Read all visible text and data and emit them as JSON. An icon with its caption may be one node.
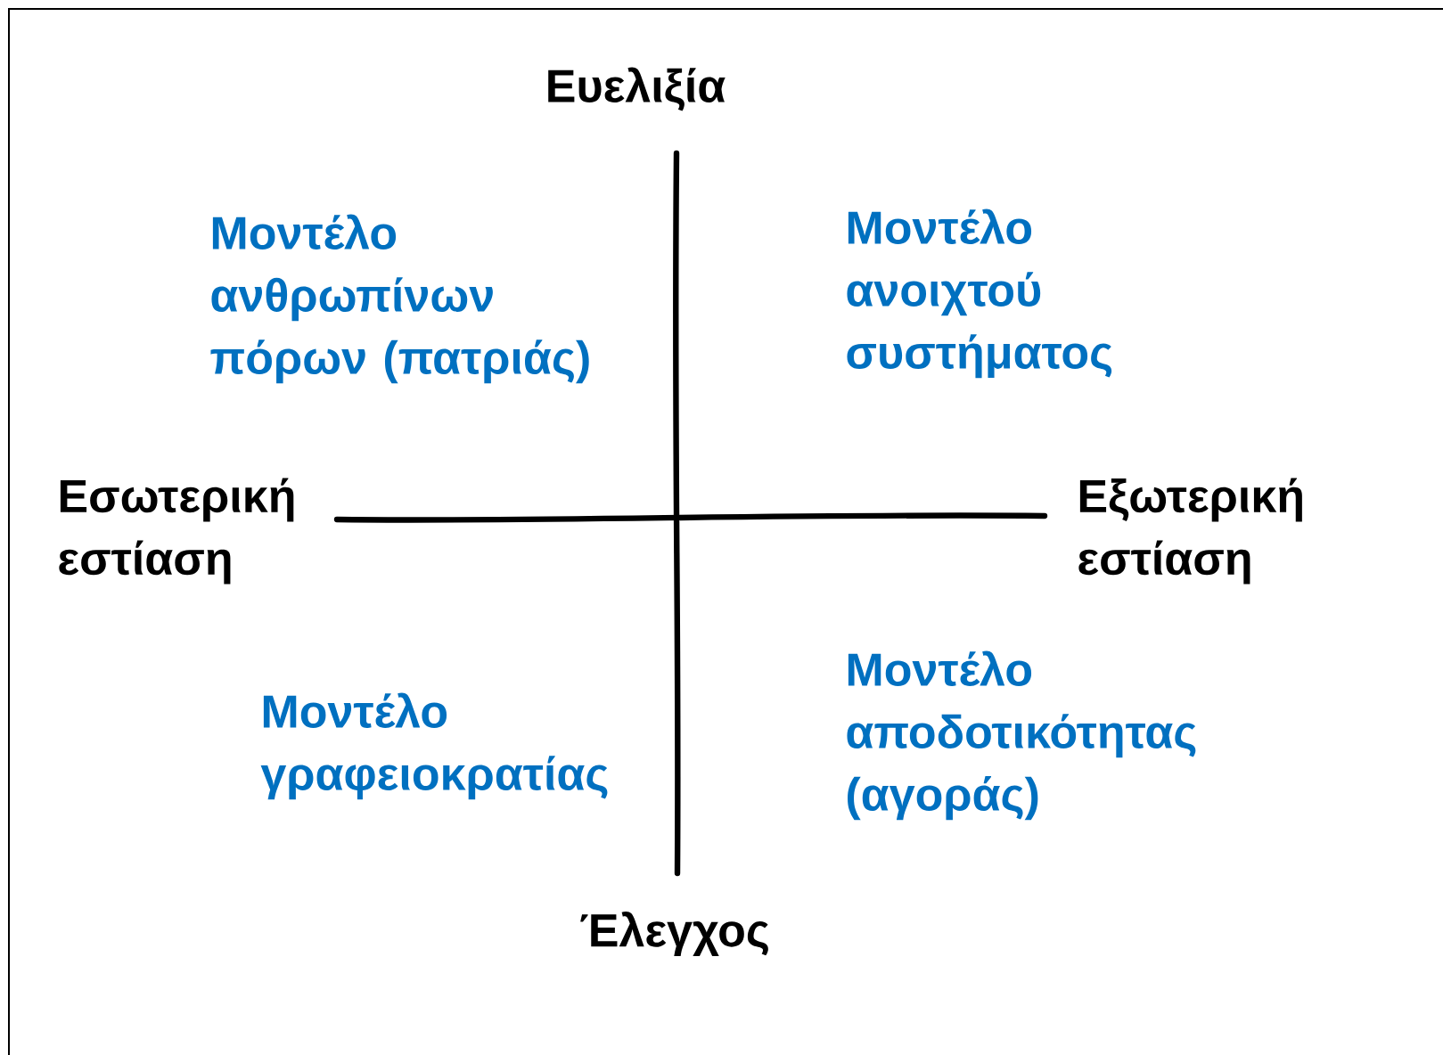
{
  "diagram": {
    "labels": [
      "Ευελιξία",
      "Μοντέλο ανθρωπίνων πόρων (πατριάς)",
      "Μοντέλο ανοιχτού συστήματος",
      "Εσωτερική εστίαση",
      "Εξωτερική εστίαση",
      "Μοντέλο γραφειοκρατίας",
      "Μοντέλο αποδοτικότητας (αγοράς)",
      "Έλεγχος"
    ]
  }
}
